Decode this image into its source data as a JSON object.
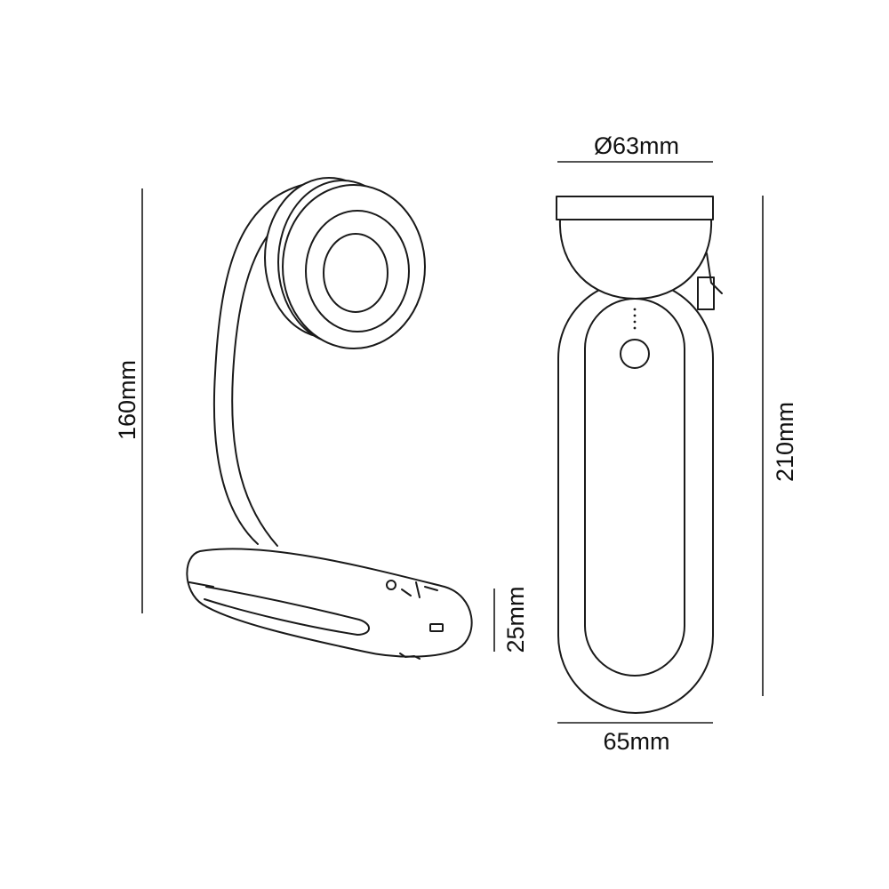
{
  "diagram": {
    "dimensions": {
      "height_side": "160mm",
      "base_height": "25mm",
      "head_diameter": "Ø63mm",
      "height_front": "210mm",
      "width_front": "65mm"
    },
    "colors": {
      "line": "#1a1a1a",
      "background": "#ffffff"
    }
  }
}
